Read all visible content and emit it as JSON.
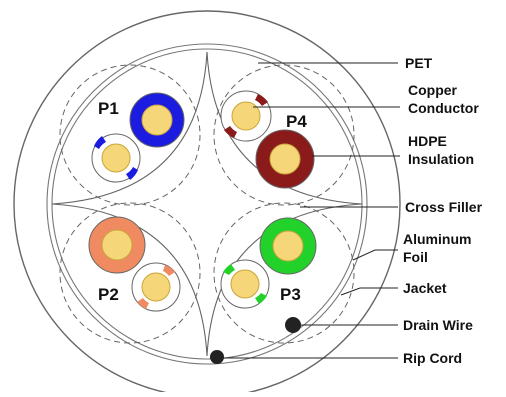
{
  "diagram": {
    "pairs": [
      {
        "label": "P1",
        "solid_color": "#1c1ce0",
        "stripe_color": "#1c1ce0"
      },
      {
        "label": "P2",
        "solid_color": "#f08a60",
        "stripe_color": "#f08a60"
      },
      {
        "label": "P3",
        "solid_color": "#22d12a",
        "stripe_color": "#22d12a"
      },
      {
        "label": "P4",
        "solid_color": "#8b1a1a",
        "stripe_color": "#8b1a1a"
      }
    ],
    "callouts": [
      {
        "lines": [
          "PET"
        ]
      },
      {
        "lines": [
          "Copper",
          "Conductor"
        ]
      },
      {
        "lines": [
          "HDPE",
          "Insulation"
        ]
      },
      {
        "lines": [
          "Cross Filler"
        ]
      },
      {
        "lines": [
          "Aluminum",
          "Foil"
        ]
      },
      {
        "lines": [
          "Jacket"
        ]
      },
      {
        "lines": [
          "Drain Wire"
        ]
      },
      {
        "lines": [
          "Rip Cord"
        ]
      }
    ],
    "colors": {
      "copper": "#f5d77a",
      "copper_edge": "#c9a53a",
      "outline": "#555555",
      "line": "#222222",
      "drain": "#222222"
    }
  }
}
